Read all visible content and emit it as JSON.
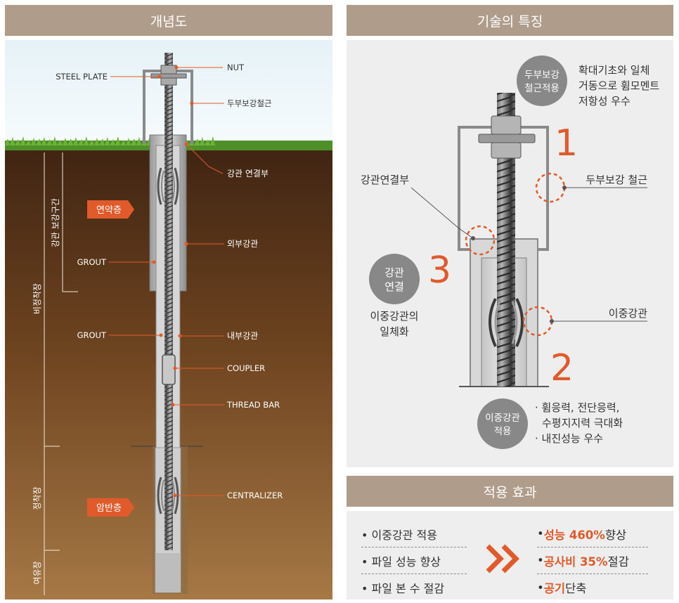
{
  "left": {
    "title": "개념도",
    "labels": {
      "steel_plate": "STEEL PLATE",
      "nut": "NUT",
      "head_rebar": "두부보강철근",
      "pipe_joint": "강관 연결부",
      "outer_pipe": "외부강관",
      "grout1": "GROUT",
      "grout2": "GROUT",
      "inner_pipe": "내부강관",
      "coupler": "COUPLER",
      "thread_bar": "THREAD BAR",
      "centralizer": "CENTRALIZER"
    },
    "layers": {
      "soft": "연약층",
      "rock": "암반층"
    },
    "zones": {
      "reinforce": "강관 보강구간",
      "free": "비정착장",
      "fixed": "정착장",
      "spare": "여유장"
    }
  },
  "right": {
    "title": "기술의 특징",
    "features": [
      {
        "badge": "두부보강\n철근적용",
        "number": "1",
        "desc": [
          "확대기초와 일체",
          "거동으로 휨모멘트",
          "저항성 우수"
        ]
      },
      {
        "badge": "이중강관\n적용",
        "number": "2",
        "desc": [
          "· 휨응력, 전단응력,",
          "수평지지력 극대화",
          "· 내진성능 우수"
        ]
      },
      {
        "badge": "강관\n연결",
        "number": "3",
        "desc": [
          "이중강관의",
          "일체화"
        ]
      }
    ],
    "callouts": {
      "joint": "강관연결부",
      "head_rebar": "두부보강 철근",
      "double_pipe": "이중강관"
    }
  },
  "effects": {
    "title": "적용 효과",
    "left_items": [
      "• 이중강관 적용",
      "• 파일 성능 향상",
      "• 파일 본 수 절감"
    ],
    "right_items": [
      {
        "bullet": "• ",
        "highlight": "성능 460%",
        "rest": " 향상"
      },
      {
        "bullet": "• ",
        "highlight": "공사비 35%",
        "rest": " 절감"
      },
      {
        "bullet": "• ",
        "highlight": "공기",
        "rest": " 단축"
      }
    ],
    "arrow_icon": "double-chevron-right-icon"
  },
  "colors": {
    "header": "#b09c8a",
    "accent": "#e05a2b",
    "panel": "#eeeeee",
    "badge": "#888888"
  }
}
